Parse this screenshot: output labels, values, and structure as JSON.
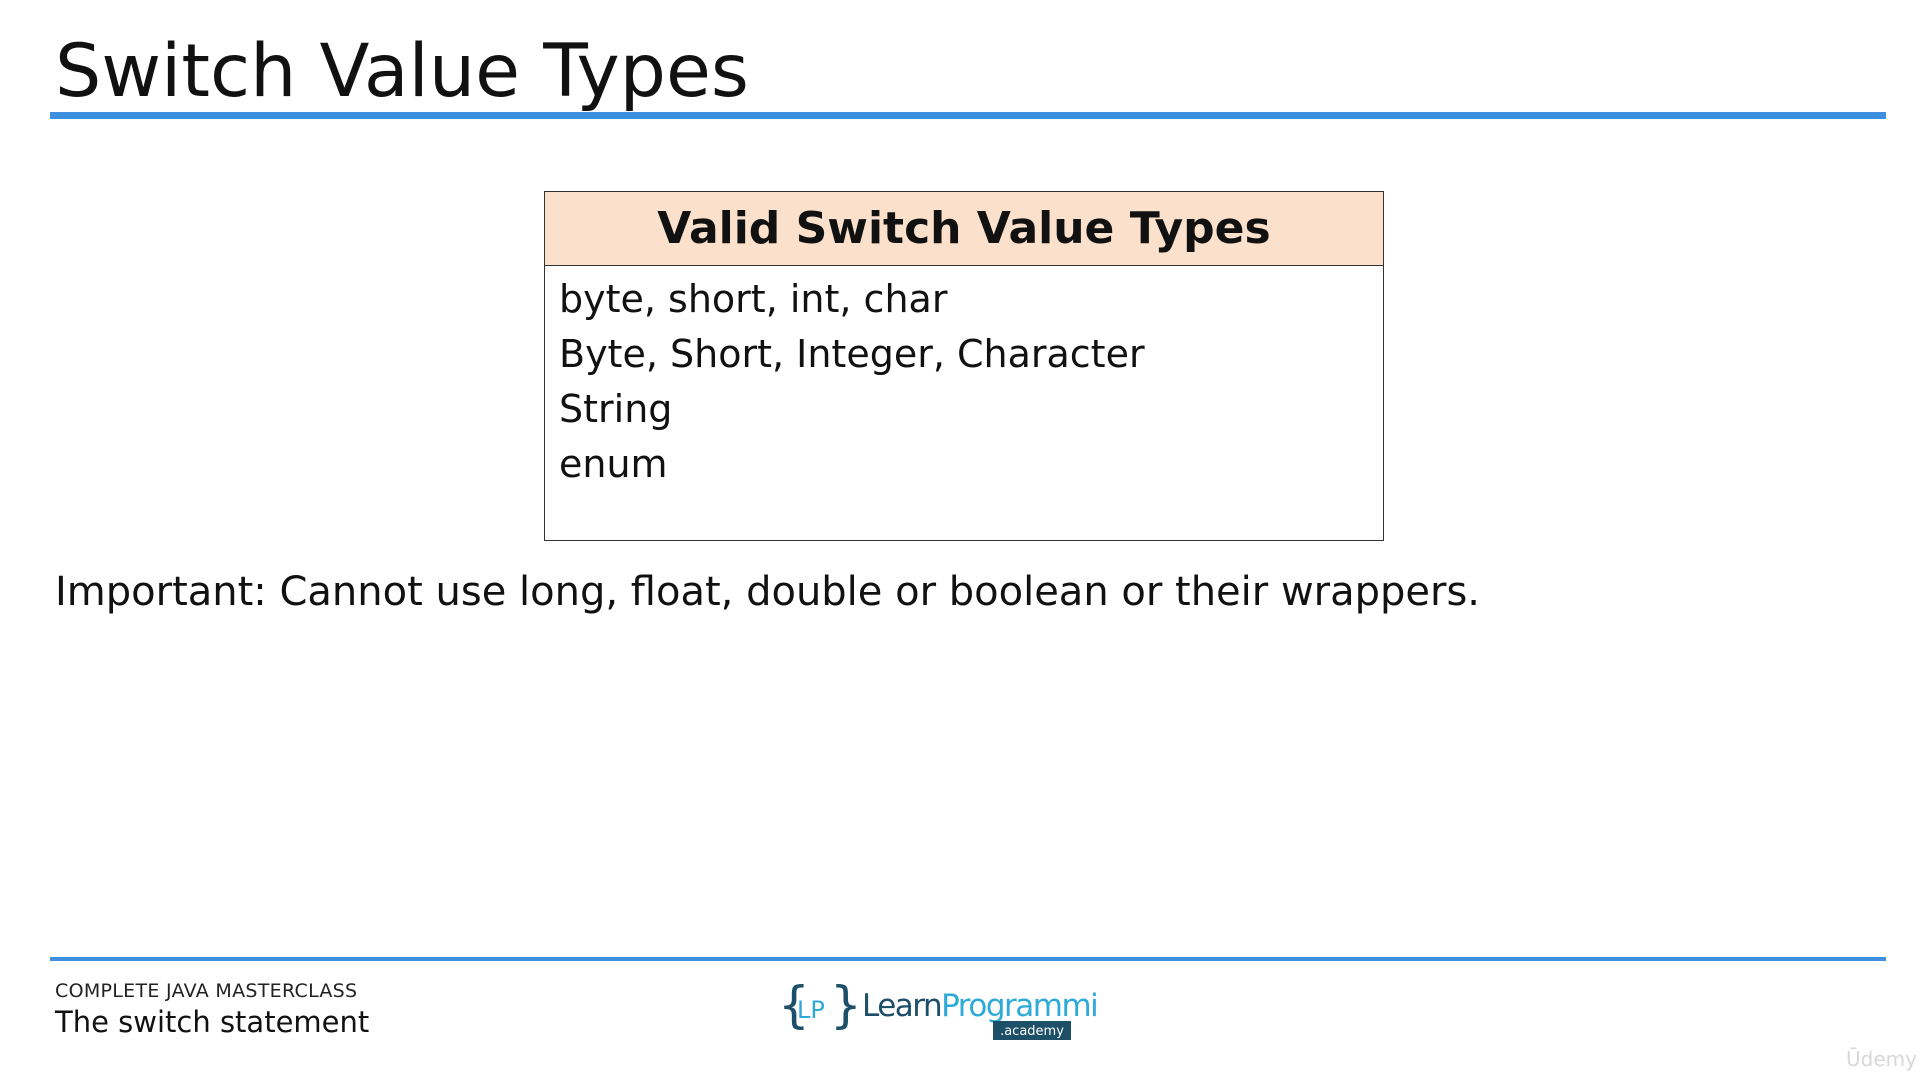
{
  "slide": {
    "title": "Switch Value Types",
    "accent_color": "#3d8fe0",
    "table": {
      "header": "Valid Switch Value Types",
      "header_bg": "#fbe0cc",
      "rows": [
        "byte, short, int, char",
        "Byte, Short, Integer, Character",
        "String",
        "enum"
      ]
    },
    "note": "Important: Cannot use long, float, double or boolean or their wrappers."
  },
  "footer": {
    "course": "COMPLETE JAVA MASTERCLASS",
    "lecture": "The switch statement",
    "logo": {
      "initials": "LP",
      "name_part1": "Learn",
      "name_part2": "Programming",
      "subtitle": ".academy",
      "color_dark": "#1d4f68",
      "color_light": "#2eaad8"
    },
    "watermark": "Ūdemy"
  }
}
